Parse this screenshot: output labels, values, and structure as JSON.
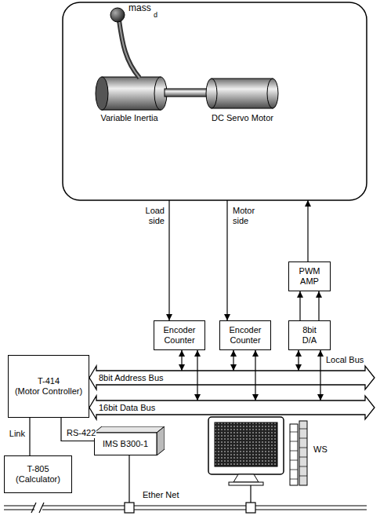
{
  "diagram": {
    "nodes": [
      {
        "text": [
          "Variable Inertia"
        ]
      },
      {
        "text": [
          "DC Servo Motor"
        ]
      },
      {
        "text": [
          "PWM AMP"
        ]
      },
      {
        "text": [
          "Encoder Counter"
        ]
      },
      {
        "text": [
          "Encoder Counter"
        ]
      },
      {
        "text": [
          "8bit D/A"
        ]
      },
      {
        "text": [
          "T-414",
          "(Motor Controller)"
        ]
      },
      {
        "text": [
          "8bit Address Bus"
        ]
      },
      {
        "text": [
          "16bit Data Bus"
        ]
      },
      {
        "text": [
          "T-805",
          "(Calculator)"
        ]
      },
      {
        "text": [
          "IMS B300-1"
        ]
      },
      {
        "text": [
          "WS"
        ]
      }
    ],
    "edges": [
      {
        "from": 0,
        "to": 3,
        "arrow": "to",
        "label": "Load side"
      },
      {
        "from": 1,
        "to": 4,
        "arrow": "to",
        "label": "Motor side"
      },
      {
        "from": 2,
        "to": 1,
        "arrow": "to"
      },
      {
        "from": 5,
        "to": 2,
        "arrow": "to"
      },
      {
        "from": 5,
        "to": 2,
        "arrow": "to"
      },
      {
        "from": 3,
        "to": 7,
        "arrow": "both"
      },
      {
        "from": 3,
        "to": 8,
        "arrow": "both"
      },
      {
        "from": 4,
        "to": 7,
        "arrow": "both"
      },
      {
        "from": 4,
        "to": 8,
        "arrow": "both"
      },
      {
        "from": 5,
        "to": 7,
        "arrow": "both"
      },
      {
        "from": 5,
        "to": 8,
        "arrow": "both"
      },
      {
        "from": 6,
        "to": 9,
        "arrow": "none",
        "label": "Link"
      },
      {
        "from": 6,
        "to": 10,
        "arrow": "none",
        "label": "RS-422"
      }
    ],
    "labels": [
      "mass",
      "d",
      "Local Bus",
      "Ether Net"
    ]
  }
}
